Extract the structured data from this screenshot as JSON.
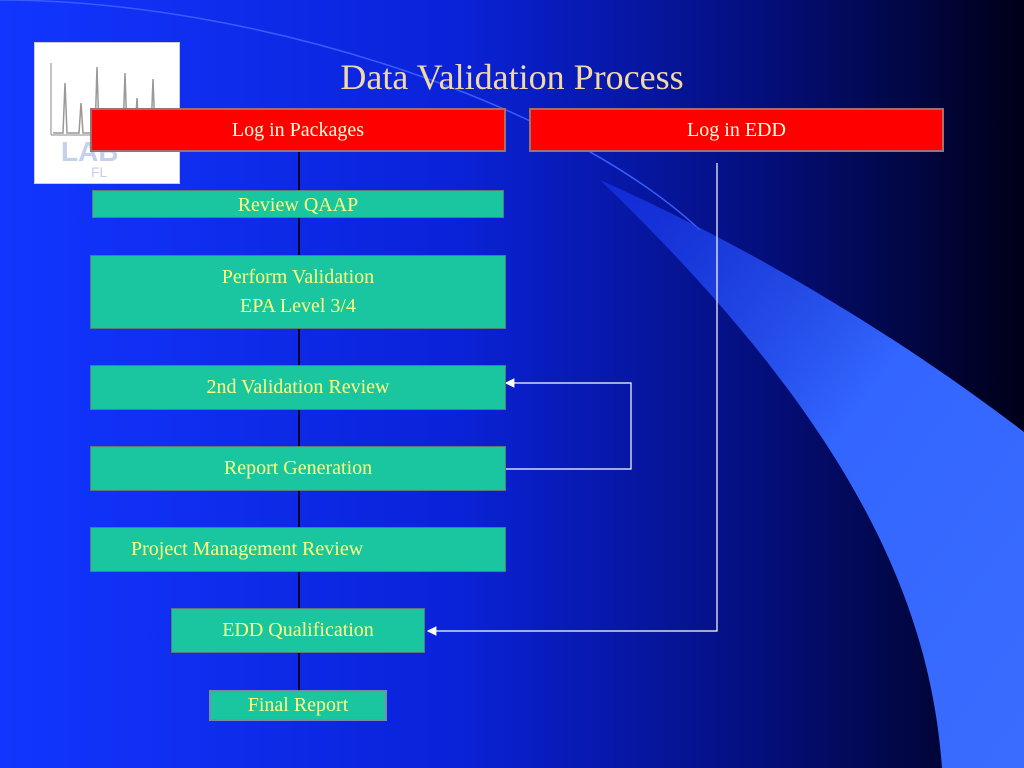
{
  "slide": {
    "title": "Data Validation Process"
  },
  "flow": {
    "log_packages": "Log in Packages",
    "log_edd": "Log in EDD",
    "review_qaap": "Review QAAP",
    "perform_validation_line1": "Perform Validation",
    "perform_validation_line2": "EPA Level 3/4",
    "second_review": "2nd Validation Review",
    "report_generation": "Report Generation",
    "pm_review": "Project Management Review",
    "edd_qualification": "EDD Qualification",
    "final_report": "Final Report"
  },
  "colors": {
    "background_left": "#1133ff",
    "background_right": "#000022",
    "swoosh": "#3366ff",
    "header_box": "#ff0000",
    "step_box": "#19c6a0",
    "title_text": "#f2d8a6",
    "step_text": "#ffff80"
  },
  "icons": {
    "logo": "lab-logo-chromatogram-icon"
  }
}
